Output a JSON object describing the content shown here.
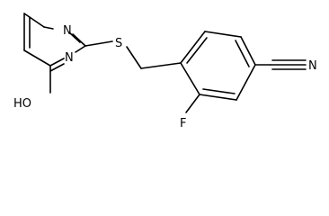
{
  "molecule": {
    "atoms": {
      "n_top": "N",
      "n_bottom": "N",
      "sulfur": "S",
      "hydroxyl": "HO",
      "fluorine": "F",
      "nitrile_n": "N"
    },
    "colors": {
      "ink": "#000000",
      "background": "#ffffff"
    }
  }
}
